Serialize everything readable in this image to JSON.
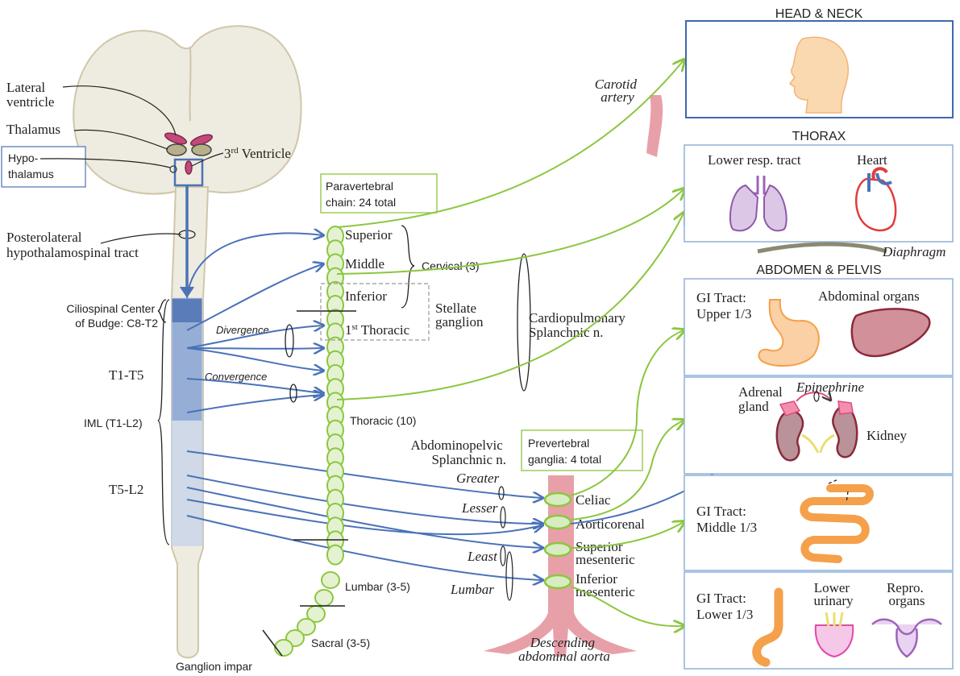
{
  "brain": {
    "lateral_ventricle": [
      "Lateral",
      "ventricle"
    ],
    "thalamus": "Thalamus",
    "third_ventricle_num": "3",
    "third_ventricle_sup": "rd",
    "third_ventricle_rest": " Ventricle",
    "hypothalamus": [
      "Hypo-",
      "thalamus"
    ],
    "tract": [
      "Posterolateral",
      "hypothalamospinal tract"
    ]
  },
  "spinal": {
    "ciliospinal": [
      "Ciliospinal Center",
      "of Budge: C8-T2"
    ],
    "t1_t5": "T1-T5",
    "iml": "IML (T1-L2)",
    "t5_l2": "T5-L2",
    "divergence": "Divergence",
    "convergence": "Convergence"
  },
  "chain": {
    "box": [
      "Paravertebral",
      "chain: 24 total"
    ],
    "superior": "Superior",
    "middle": "Middle",
    "inferior": "Inferior",
    "cervical": "Cervical (3)",
    "first_thoracic_num": "1",
    "first_thoracic_sup": "st",
    "first_thoracic_rest": " Thoracic",
    "stellate": [
      "Stellate",
      "ganglion"
    ],
    "thoracic": "Thoracic (10)",
    "lumbar": "Lumbar (3-5)",
    "sacral": "Sacral (3-5)",
    "impar": "Ganglion impar",
    "cardiopulmonary": [
      "Cardiopulmonary",
      "Splanchnic n."
    ],
    "abdominopelvic": [
      "Abdominopelvic",
      "Splanchnic n."
    ],
    "splanchnic_greater": "Greater",
    "splanchnic_lesser": "Lesser",
    "splanchnic_least": "Least",
    "splanchnic_lumbar": "Lumbar"
  },
  "prevertebral": {
    "box": [
      "Prevertebral",
      "ganglia: 4 total"
    ],
    "celiac": "Celiac",
    "aorticorenal": "Aorticorenal",
    "superior_mesenteric": [
      "Superior",
      "mesenteric"
    ],
    "inferior_mesenteric": [
      "Inferior",
      "mesenteric"
    ],
    "aorta": [
      "Descending",
      "abdominal aorta"
    ]
  },
  "carotid": [
    "Carotid",
    "artery"
  ],
  "head_neck": {
    "title": "HEAD & NECK"
  },
  "thorax": {
    "title": "THORAX",
    "lower_resp": "Lower resp. tract",
    "heart": "Heart",
    "diaphragm": "Diaphragm"
  },
  "abdomen": {
    "title": "ABDOMEN & PELVIS",
    "gi_upper": [
      "GI Tract:",
      "Upper 1/3"
    ],
    "abdominal_organs": "Abdominal organs",
    "adrenal": [
      "Adrenal",
      "gland"
    ],
    "epinephrine": "Epinephrine",
    "kidney": "Kidney",
    "gi_middle": [
      "GI Tract:",
      "Middle 1/3"
    ],
    "gi_lower": [
      "GI Tract:",
      "Lower 1/3"
    ],
    "lower_urinary": [
      "Lower",
      "urinary"
    ],
    "repro": [
      "Repro.",
      "organs"
    ]
  },
  "colors": {
    "blue": "#4a72b8",
    "green": "#8cc63f",
    "pink": "#e8a0a8",
    "box_border": "#8fb0d8"
  }
}
